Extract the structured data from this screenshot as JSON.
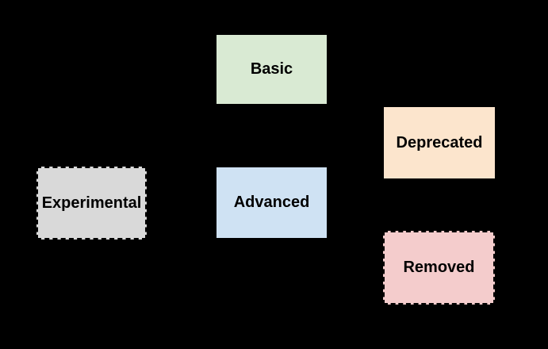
{
  "diagram": {
    "background_color": "#000000",
    "text_color": "#000000",
    "dashed_border_color": "#000000",
    "nodes": [
      {
        "id": "basic",
        "label": "Basic",
        "fill": "#d9ead3",
        "border_style": "none"
      },
      {
        "id": "deprecated",
        "label": "Deprecated",
        "fill": "#fce5cd",
        "border_style": "none"
      },
      {
        "id": "experimental",
        "label": "Experimental",
        "fill": "#d9d9d9",
        "border_style": "dashed"
      },
      {
        "id": "advanced",
        "label": "Advanced",
        "fill": "#cfe2f3",
        "border_style": "none"
      },
      {
        "id": "removed",
        "label": "Removed",
        "fill": "#f4cccc",
        "border_style": "dashed"
      }
    ]
  }
}
